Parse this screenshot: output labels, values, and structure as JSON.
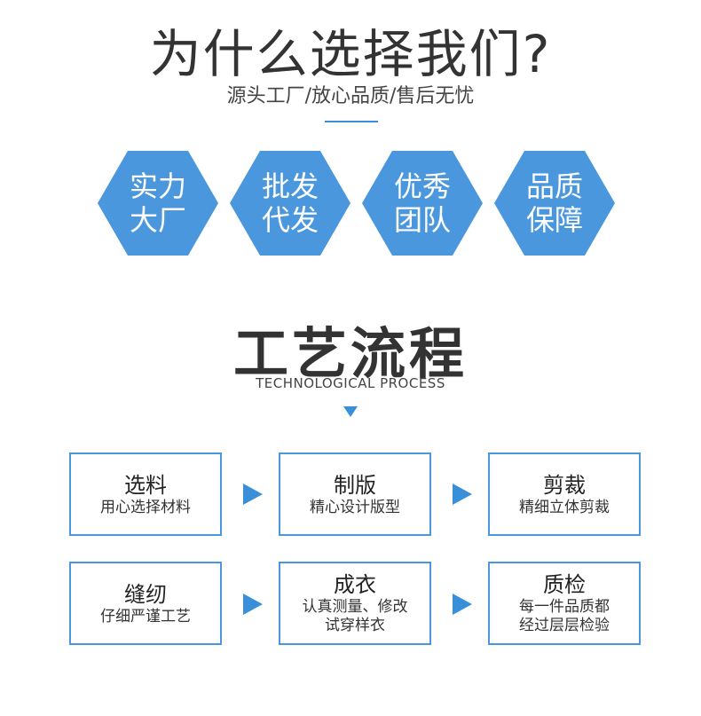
{
  "header": {
    "title": "为什么选择我们?",
    "subtitle": "源头工厂/放心品质/售后无忧"
  },
  "features": [
    {
      "line1": "实力",
      "line2": "大厂"
    },
    {
      "line1": "批发",
      "line2": "代发"
    },
    {
      "line1": "优秀",
      "line2": "团队"
    },
    {
      "line1": "品质",
      "line2": "保障"
    }
  ],
  "process": {
    "title": "工艺流程",
    "subtitle": "TECHNOLOGICAL PROCESS",
    "steps": [
      {
        "title": "选料",
        "desc": "用心选择材料"
      },
      {
        "title": "制版",
        "desc": "精心设计版型"
      },
      {
        "title": "剪裁",
        "desc": "精细立体剪裁"
      },
      {
        "title": "缝纫",
        "desc": "仔细严谨工艺"
      },
      {
        "title": "成衣",
        "desc": "认真测量、修改\n试穿样衣"
      },
      {
        "title": "质检",
        "desc": "每一件品质都\n经过层层检验"
      }
    ]
  },
  "colors": {
    "accent": "#4a97dd",
    "text": "#333333"
  }
}
